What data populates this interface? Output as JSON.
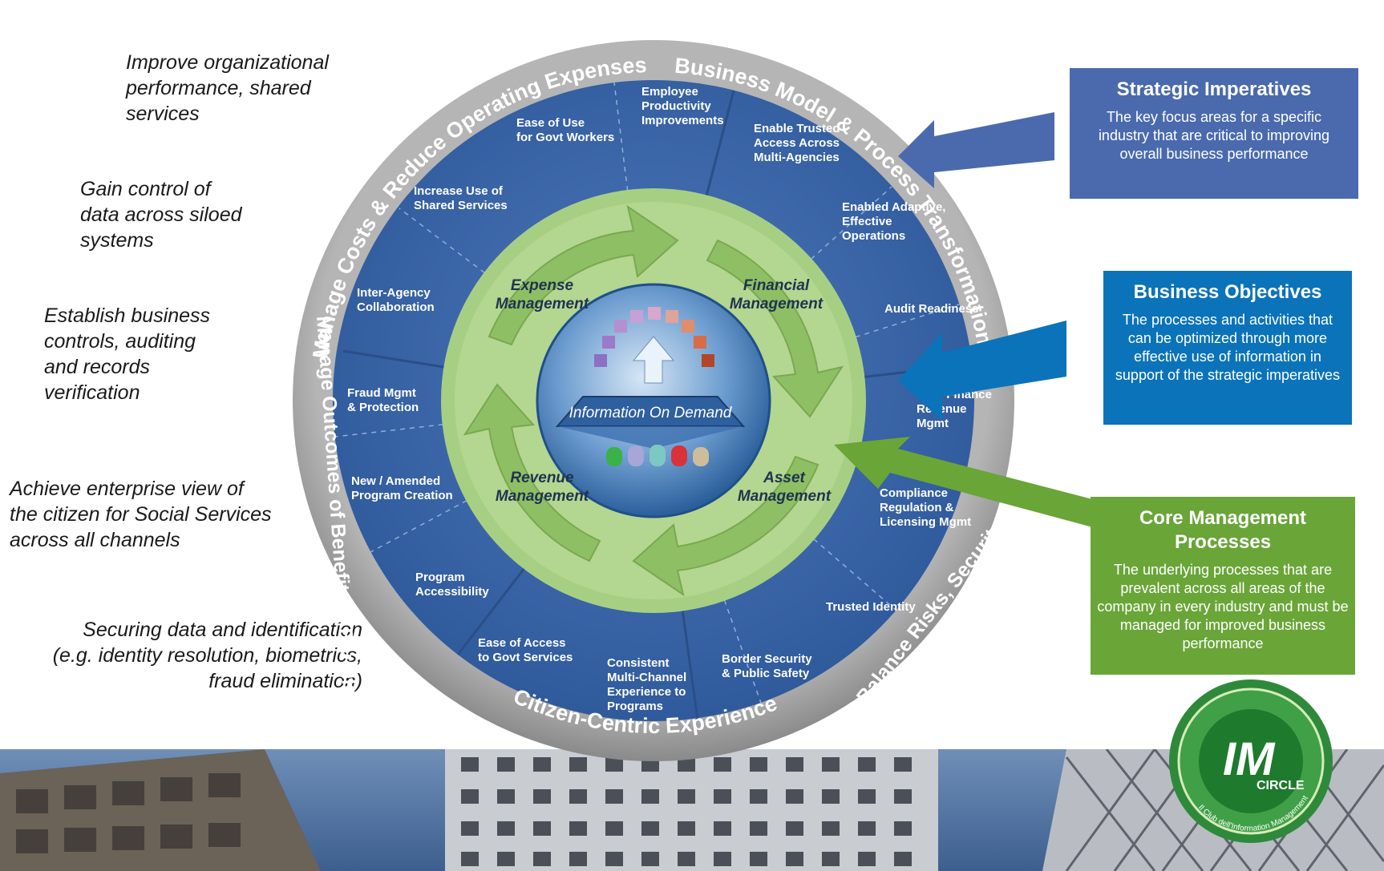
{
  "statements": [
    {
      "lines": [
        "Improve organizational",
        "performance, shared",
        "services"
      ]
    },
    {
      "lines": [
        "Gain control of",
        "data across siloed",
        "systems"
      ]
    },
    {
      "lines": [
        "Establish business",
        "controls, auditing",
        "and records",
        "verification"
      ]
    },
    {
      "lines": [
        "Achieve enterprise view of",
        "the citizen for Social Services",
        "across all channels"
      ]
    },
    {
      "lines": [
        "Securing data and identification",
        "(e.g. identity resolution, biometrics,",
        "fraud elimination)"
      ]
    }
  ],
  "outer_ring": {
    "top": "Manage Costs & Reduce Operating Expenses",
    "right_top": "Business Model & Process Transformation",
    "left": "Manage Outcomes of Benefits & Enrollments",
    "bottom": "Citizen-Centric Experience",
    "right_bottom": "Balance Risks, Security & Compliance"
  },
  "objectives": [
    {
      "lines": [
        "Employee",
        "Productivity",
        "Improvements"
      ]
    },
    {
      "lines": [
        "Enable Trusted",
        "Access Across",
        "Multi-Agencies"
      ]
    },
    {
      "lines": [
        "Enabled Adaptive,",
        "Effective",
        "Operations"
      ]
    },
    {
      "lines": [
        "Audit Readiness"
      ]
    },
    {
      "lines": [
        "Tax / Finance",
        "Revenue",
        "Mgmt"
      ]
    },
    {
      "lines": [
        "Compliance",
        "Regulation &",
        "Licensing Mgmt"
      ]
    },
    {
      "lines": [
        "Trusted Identity"
      ]
    },
    {
      "lines": [
        "Border Security",
        "& Public Safety"
      ]
    },
    {
      "lines": [
        "Consistent",
        "Multi-Channel",
        "Experience to",
        "Programs"
      ]
    },
    {
      "lines": [
        "Ease of Access",
        "to Govt Services"
      ]
    },
    {
      "lines": [
        "Program",
        "Accessibility"
      ]
    },
    {
      "lines": [
        "New / Amended",
        "Program Creation"
      ]
    },
    {
      "lines": [
        "Fraud Mgmt",
        "& Protection"
      ]
    },
    {
      "lines": [
        "Inter-Agency",
        "Collaboration"
      ]
    },
    {
      "lines": [
        "Increase Use of",
        "Shared Services"
      ]
    },
    {
      "lines": [
        "Ease of Use",
        "for Govt Workers"
      ]
    }
  ],
  "core_processes": [
    {
      "lines": [
        "Expense",
        "Management"
      ]
    },
    {
      "lines": [
        "Financial",
        "Management"
      ]
    },
    {
      "lines": [
        "Revenue",
        "Management"
      ]
    },
    {
      "lines": [
        "Asset",
        "Management"
      ]
    }
  ],
  "center_label": "Information On Demand",
  "legend_boxes": {
    "strategic": {
      "title": "Strategic Imperatives",
      "desc": "The key focus areas for a specific industry that are critical to improving overall business performance",
      "color": "#4a6aad"
    },
    "business": {
      "title": "Business Objectives",
      "desc": "The processes and activities that can be optimized through more effective use of information in support of the strategic imperatives",
      "color": "#0b73b9"
    },
    "core": {
      "title": "Core Management Processes",
      "desc": "The underlying processes that are prevalent across all areas of the company in every industry and must be managed for improved business performance",
      "color": "#6aa538"
    }
  },
  "logo": {
    "mark": "IM",
    "word": "CIRCLE",
    "ring_text": "Il Club dell'Information Management"
  },
  "colors": {
    "wheel_blue": "#3b66a8",
    "outer_gray": "#9a9a9a",
    "inner_green": "#a7cf83",
    "arrow_green": "#8fbf64"
  }
}
